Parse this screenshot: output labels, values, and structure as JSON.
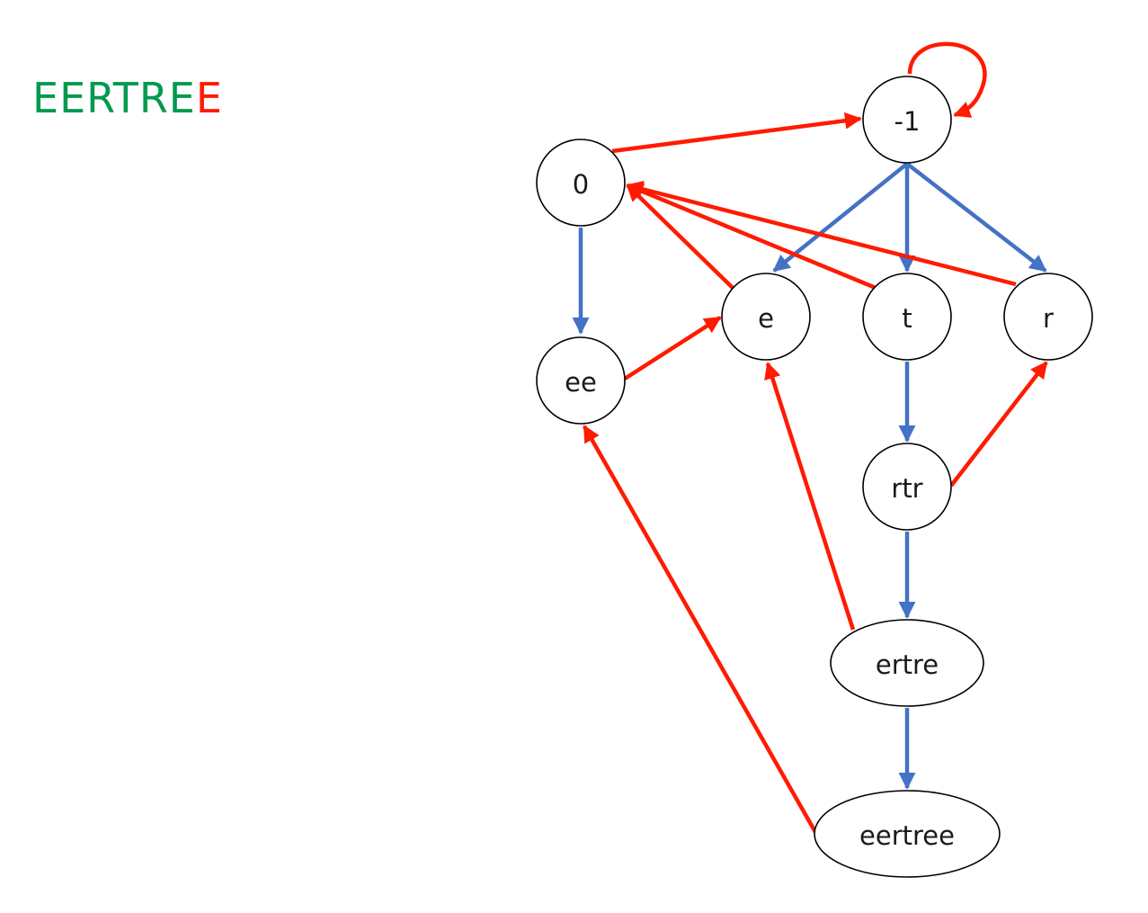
{
  "title": {
    "prefix": "EERTRE",
    "suffix": "E"
  },
  "colors": {
    "title_green": "#009a4e",
    "title_red": "#ff1a00",
    "suffix_edge": "#ff1a00",
    "child_edge": "#4472c4"
  },
  "nodes": [
    {
      "id": "m1",
      "label": "-1"
    },
    {
      "id": "z",
      "label": "0"
    },
    {
      "id": "e",
      "label": "e"
    },
    {
      "id": "t",
      "label": "t"
    },
    {
      "id": "r",
      "label": "r"
    },
    {
      "id": "ee",
      "label": "ee"
    },
    {
      "id": "rtr",
      "label": "rtr"
    },
    {
      "id": "ertre",
      "label": "ertre"
    },
    {
      "id": "eertree",
      "label": "eertree"
    }
  ],
  "child_edges": [
    {
      "from": "z",
      "to": "ee"
    },
    {
      "from": "m1",
      "to": "e"
    },
    {
      "from": "m1",
      "to": "t"
    },
    {
      "from": "m1",
      "to": "r"
    },
    {
      "from": "t",
      "to": "rtr"
    },
    {
      "from": "rtr",
      "to": "ertre"
    },
    {
      "from": "ertre",
      "to": "eertree"
    }
  ],
  "suffix_edges": [
    {
      "from": "m1",
      "to": "m1"
    },
    {
      "from": "z",
      "to": "m1"
    },
    {
      "from": "e",
      "to": "z"
    },
    {
      "from": "t",
      "to": "z"
    },
    {
      "from": "r",
      "to": "z"
    },
    {
      "from": "ee",
      "to": "e"
    },
    {
      "from": "rtr",
      "to": "r"
    },
    {
      "from": "ertre",
      "to": "e"
    },
    {
      "from": "eertree",
      "to": "ee"
    }
  ]
}
